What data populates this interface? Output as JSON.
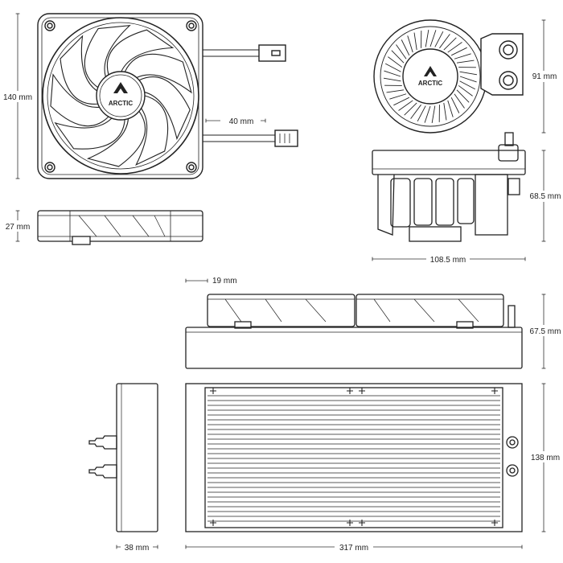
{
  "brand": "ARCTIC",
  "views": {
    "fan_front": {
      "name": "fan-front-view"
    },
    "fan_side": {
      "name": "fan-side-view"
    },
    "pump_top": {
      "name": "pump-top-view"
    },
    "pump_side": {
      "name": "pump-side-view"
    },
    "radiator_side": {
      "name": "radiator-side-view"
    },
    "radiator_front": {
      "name": "radiator-front-view"
    },
    "radiator_end": {
      "name": "radiator-end-view"
    }
  },
  "dimensions": {
    "fan_height": "140 mm",
    "fan_cable": "40 mm",
    "fan_thickness": "27 mm",
    "pump_diameter": "91 mm",
    "pump_height": "68.5 mm",
    "pump_length": "108.5 mm",
    "fan_offset": "19 mm",
    "radiator_assembly_height": "67.5 mm",
    "radiator_width": "138 mm",
    "radiator_length": "317 mm",
    "radiator_thickness": "38 mm"
  }
}
